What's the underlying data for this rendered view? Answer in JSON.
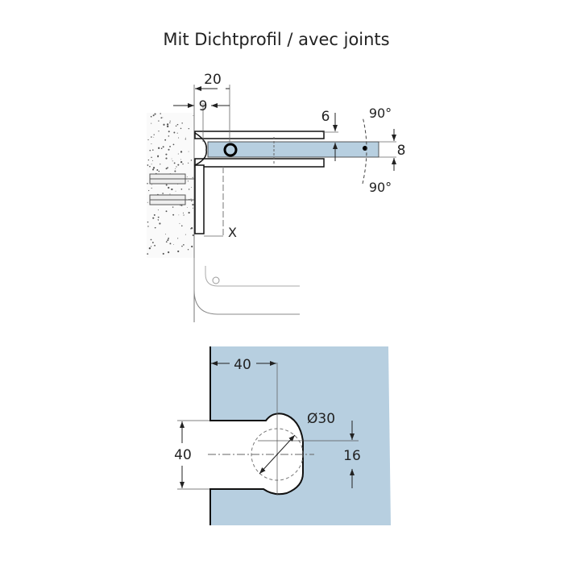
{
  "title": "Mit Dichtprofil / avec joints",
  "top_view": {
    "dim_20": "20",
    "dim_9": "9",
    "dim_6": "6",
    "dim_8": "8",
    "angle_up": "90°",
    "angle_down": "90°",
    "label_x": "X"
  },
  "cutout_view": {
    "dim_40_horizontal": "40",
    "dim_40_vertical": "40",
    "dim_diameter": "Ø30",
    "dim_16": "16"
  },
  "colors": {
    "glass": "#b7cfe0",
    "line": "#1a1a1a"
  }
}
